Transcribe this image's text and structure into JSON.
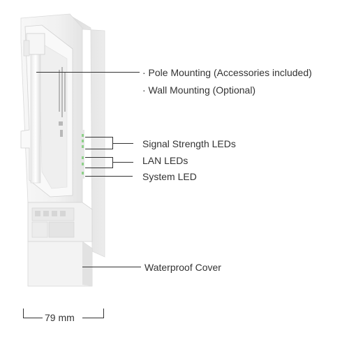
{
  "labels": {
    "pole_mounting": "· Pole Mounting (Accessories included)",
    "wall_mounting": "· Wall Mounting (Optional)",
    "signal_strength_leds": "Signal Strength LEDs",
    "lan_leds": "LAN LEDs",
    "system_led": "System LED",
    "waterproof_cover": "Waterproof Cover",
    "dimension": "79 mm"
  },
  "colors": {
    "led": "#8fd18a",
    "line": "#333333",
    "device_body": "#f4f4f4"
  }
}
